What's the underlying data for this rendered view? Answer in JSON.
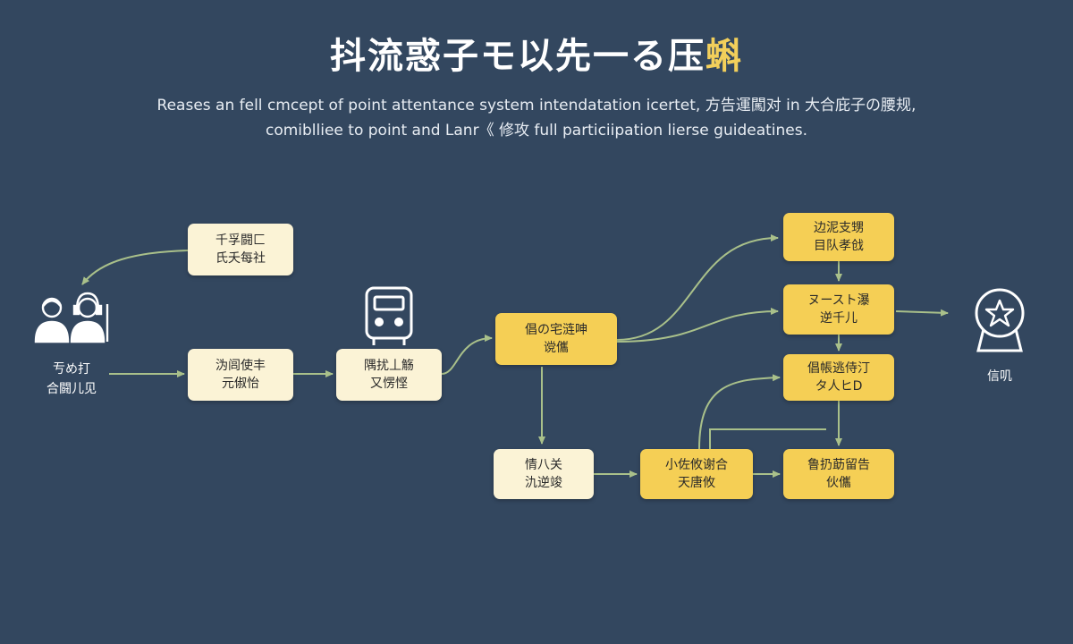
{
  "header": {
    "title_main": "抖流惑子モ以先一る压",
    "title_accent": "蝌",
    "subtitle_line1": "Reases an fell cmcept of  point attentance system intendatation icertet, 方告運闖对 in 大合庇子の腰规,",
    "subtitle_line2": "comiblliee to point and Lanr《 修攻 full particiipation lierse guideatines."
  },
  "left_label": {
    "line1": "亐め打",
    "line2": "合闘儿见"
  },
  "right_label": "信叽",
  "nodes": {
    "n1": {
      "line1": "千孚闘匚",
      "line2": "氏夭每社"
    },
    "n2": {
      "line1": "沩闾使丰",
      "line2": "元俶怡"
    },
    "n3": {
      "line1": "隅扰丄觞",
      "line2": "又愣悭"
    },
    "n4": {
      "line1": "倡の宅涟呻",
      "line2": "谠儶"
    },
    "n5": {
      "line1": "情八关",
      "line2": "氿逆竣"
    },
    "n6": {
      "line1": "小佐攸谢合",
      "line2": "天唐攸"
    },
    "n7": {
      "line1": "边泥支甥",
      "line2": "目队孝戗"
    },
    "n8": {
      "line1": "ヌースト瀑",
      "line2": "逆千儿"
    },
    "n9": {
      "line1": "倡帳逃侍汀",
      "line2": "タ人ヒD"
    },
    "n10": {
      "line1": "鲁扔莇留告",
      "line2": "伙儶"
    }
  },
  "colors": {
    "background": "#33475f",
    "node_light": "#fbf3d6",
    "node_yellow": "#f5cf55",
    "connector": "#a9c08a",
    "accent": "#f2cf5b"
  },
  "icons": [
    "people-icon",
    "terminal-icon",
    "star-badge-icon"
  ]
}
